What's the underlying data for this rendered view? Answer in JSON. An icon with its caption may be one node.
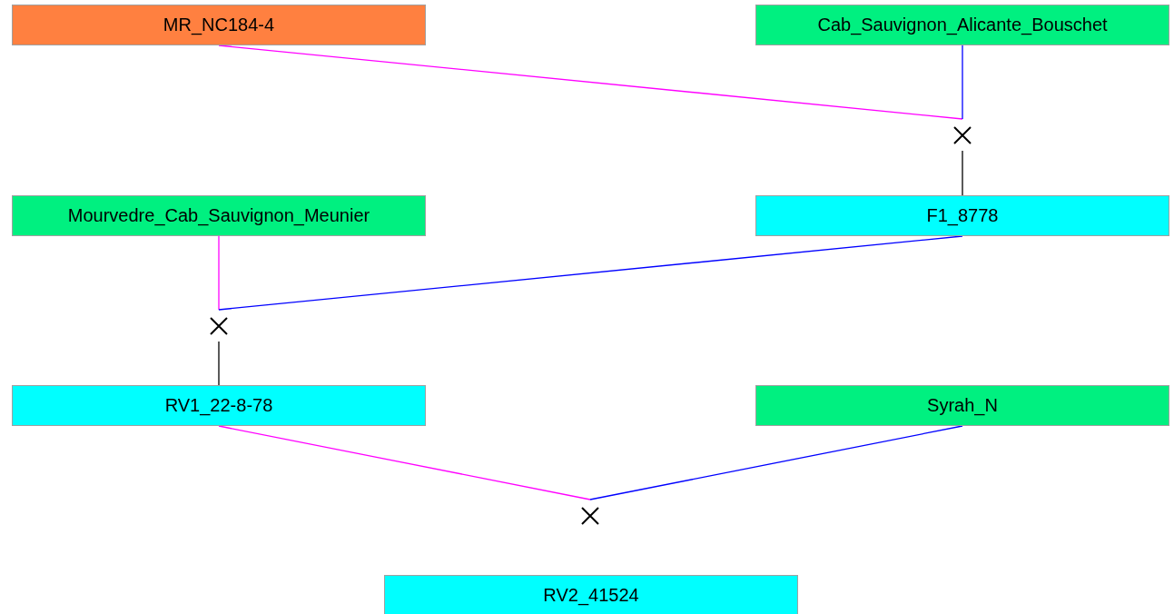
{
  "diagram": {
    "nodes": [
      {
        "text": [
          "MR_NC184-4"
        ]
      },
      {
        "text": [
          "Cab_Sauvignon_Alicante_Bouschet"
        ]
      },
      {
        "text": [],
        "shape": "cross"
      },
      {
        "text": [
          "Mourvedre_Cab_Sauvignon_Meunier"
        ]
      },
      {
        "text": [
          "F1_8778"
        ]
      },
      {
        "text": [],
        "shape": "cross"
      },
      {
        "text": [
          "RV1_22-8-78"
        ]
      },
      {
        "text": [
          "Syrah_N"
        ]
      },
      {
        "text": [],
        "shape": "cross"
      },
      {
        "text": [
          "RV2_41524"
        ]
      }
    ],
    "edges": [
      {
        "from": 0,
        "to": 2,
        "arrow": "none",
        "color": "#ff00ff"
      },
      {
        "from": 1,
        "to": 2,
        "arrow": "none",
        "color": "#0000ff"
      },
      {
        "from": 2,
        "to": 4,
        "arrow": "none",
        "color": "#000000"
      },
      {
        "from": 3,
        "to": 5,
        "arrow": "none",
        "color": "#ff00ff"
      },
      {
        "from": 4,
        "to": 5,
        "arrow": "none",
        "color": "#0000ff"
      },
      {
        "from": 5,
        "to": 6,
        "arrow": "none",
        "color": "#000000"
      },
      {
        "from": 6,
        "to": 8,
        "arrow": "none",
        "color": "#ff00ff"
      },
      {
        "from": 7,
        "to": 8,
        "arrow": "none",
        "color": "#0000ff"
      }
    ]
  }
}
